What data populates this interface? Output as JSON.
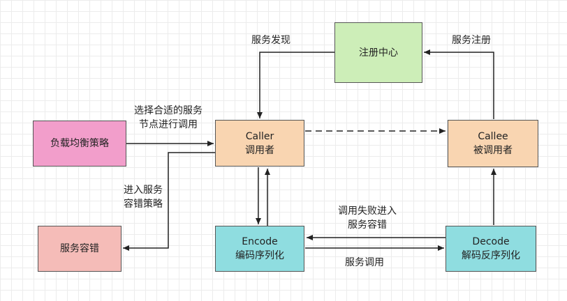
{
  "nodes": {
    "registry": {
      "line1": "注册中心",
      "fill": "#cdeeb8"
    },
    "load_balance": {
      "line1": "负载均衡策略",
      "fill": "#f29ecb"
    },
    "caller": {
      "line1": "Caller",
      "line2": "调用者",
      "fill": "#f9d5b1"
    },
    "callee": {
      "line1": "Callee",
      "line2": "被调用者",
      "fill": "#f9d5b1"
    },
    "fault_tolerance": {
      "line1": "服务容错",
      "fill": "#f5bcb8"
    },
    "encode": {
      "line1": "Encode",
      "line2": "编码序列化",
      "fill": "#8fdde0"
    },
    "decode": {
      "line1": "Decode",
      "line2": "解码反序列化",
      "fill": "#8fdde0"
    }
  },
  "edge_labels": {
    "discovery": "服务发现",
    "registration": "服务注册",
    "select_line1": "选择合适的服务",
    "select_line2": "节点进行调用",
    "fault_line1": "进入服务",
    "fault_line2": "容错策略",
    "fail_line1": "调用失败进入",
    "fail_line2": "服务容错",
    "invoke": "服务调用"
  },
  "colors": {
    "edge": "#222222",
    "node_border": "#555555"
  }
}
